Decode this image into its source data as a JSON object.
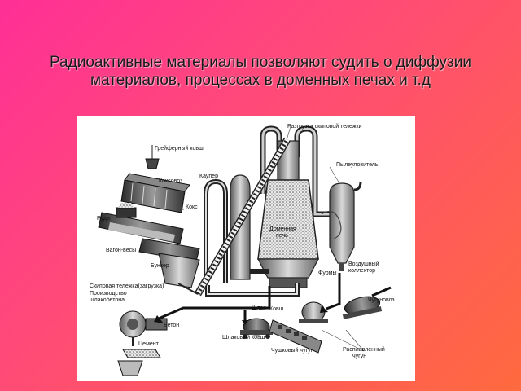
{
  "slide": {
    "title": "Радиоактивные материалы позволяют судить о диффузии материалов, процессах в доменных печах и т.д"
  },
  "diagram": {
    "labels": {
      "skip_unload": "Разгрузка скиповой тележки",
      "grab_bucket": "Грейферный ковш",
      "coke_oven": "Коксовоз",
      "cowper": "Каупер",
      "dust_catcher": "Пылеуловитель",
      "coke": "Кокс",
      "ore": "Руда",
      "blast_furnace_1": "Доменная",
      "blast_furnace_2": "печь",
      "wagon_scales": "Вагон-весы",
      "bunker": "Бункер",
      "air_collector_1": "Воздушный",
      "air_collector_2": "коллектор",
      "tuyeres": "Фурмы",
      "skip_car": "Скиповая тележка(загрузка)",
      "slag_concrete_1": "Производство",
      "slag_concrete_2": "шлакобетона",
      "pig_iron_carrier": "Чугуновоз",
      "slag": "Шлак",
      "ladle": "Ковш",
      "concrete": "Бетон",
      "slag_ladle": "Шлаковый ковш",
      "cement": "Цемент",
      "pig_iron": "Чушковый чугун",
      "molten_iron_1": "Расплавленный",
      "molten_iron_2": "чугун"
    }
  }
}
